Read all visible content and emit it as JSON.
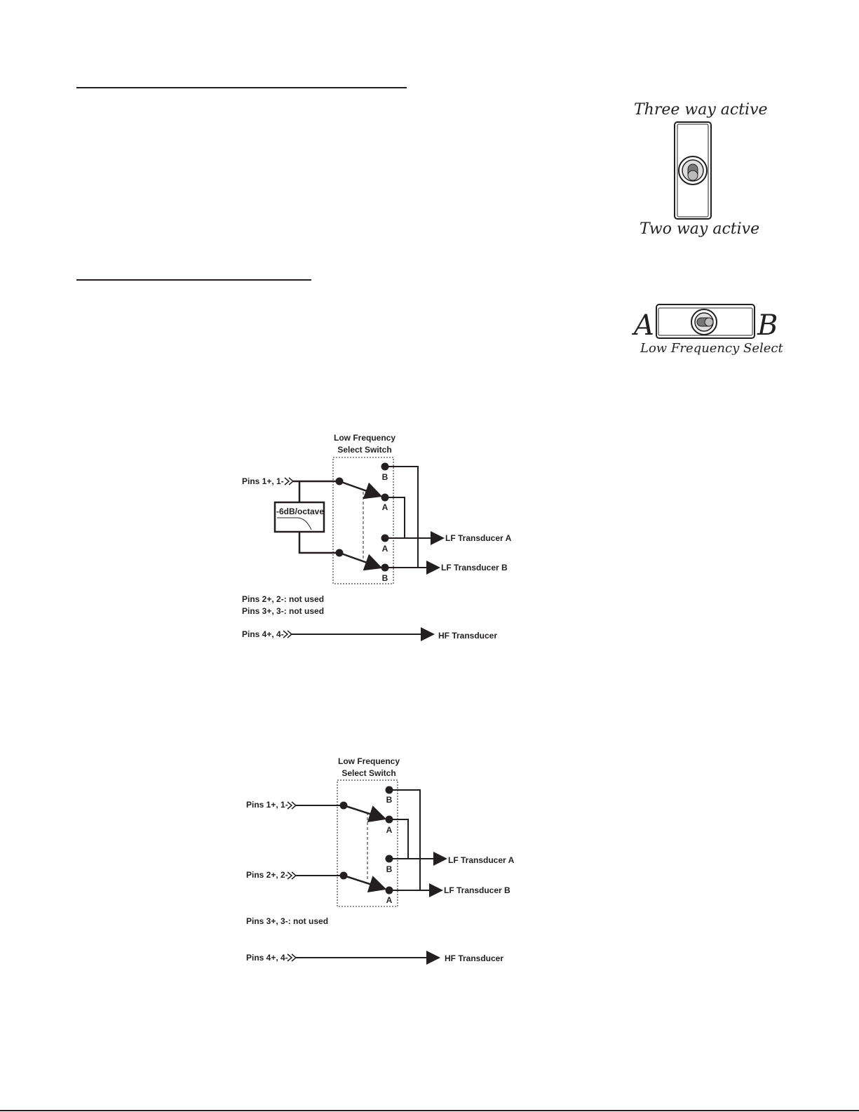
{
  "toggle_vertical": {
    "top_label": "Three way active",
    "bottom_label": "Two way active"
  },
  "toggle_horizontal": {
    "left_label": "A",
    "right_label": "B",
    "caption": "Low Frequency Select"
  },
  "diagram1": {
    "switch_title_line1": "Low Frequency",
    "switch_title_line2": "Select Switch",
    "pins1": "Pins 1+, 1-",
    "filter_label": "-6dB/octave",
    "contact_top_b": "B",
    "contact_top_a": "A",
    "contact_mid_a": "A",
    "contact_bot_b": "B",
    "out_a": "LF Transducer A",
    "out_b": "LF Transducer B",
    "pins2": "Pins 2+, 2-: not used",
    "pins3": "Pins 3+, 3-: not used",
    "pins4": "Pins 4+, 4-",
    "hf": "HF Transducer"
  },
  "diagram2": {
    "switch_title_line1": "Low Frequency",
    "switch_title_line2": "Select Switch",
    "pins1": "Pins 1+, 1-",
    "pins2": "Pins 2+, 2-",
    "contact_top_b": "B",
    "contact_top_a": "A",
    "contact_mid_b": "B",
    "contact_bot_a": "A",
    "out_a": "LF Transducer A",
    "out_b": "LF Transducer B",
    "pins3": "Pins 3+, 3-: not used",
    "pins4": "Pins 4+, 4-",
    "hf": "HF Transducer"
  }
}
